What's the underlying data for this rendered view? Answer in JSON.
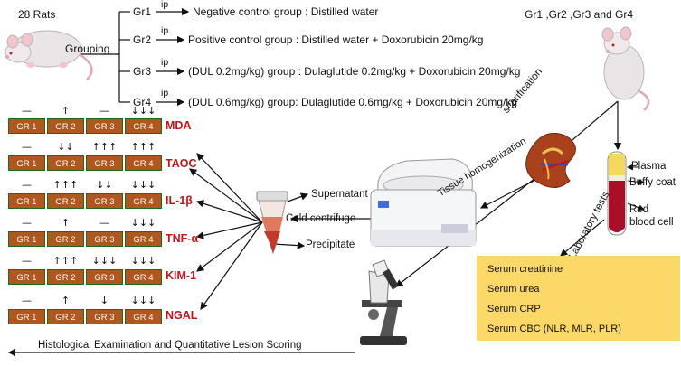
{
  "top": {
    "rats_label": "28 Rats",
    "grouping_label": "Grouping",
    "groups_right_label": "Gr1 ,Gr2 ,Gr3 and Gr4",
    "route": "ip",
    "groups": [
      {
        "id": "Gr1",
        "desc": "Negative control group : Distilled water"
      },
      {
        "id": "Gr2",
        "desc": "Positive control group : Distilled water + Doxorubicin  20mg/kg"
      },
      {
        "id": "Gr3",
        "desc": "(DUL 0.2mg/kg) group : Dulaglutide  0.2mg/kg   + Doxorubicin 20mg/kg"
      },
      {
        "id": "Gr4",
        "desc": "(DUL 0.6mg/kg) group: Dulaglutide  0.6mg/kg   + Doxorubicin 20mg/kg"
      }
    ]
  },
  "markers": [
    {
      "name": "MDA",
      "boxes": [
        "GR 1",
        "GR 2",
        "GR 3",
        "GR 4"
      ],
      "indicators": [
        "—",
        "↑",
        "—",
        "↓↓↓"
      ]
    },
    {
      "name": "TAOC",
      "boxes": [
        "GR 1",
        "GR 2",
        "GR 3",
        "GR 4"
      ],
      "indicators": [
        "—",
        "↓↓",
        "↑↑↑",
        "↑↑↑"
      ]
    },
    {
      "name": "IL-1β",
      "boxes": [
        "GR 1",
        "GR 2",
        "GR 3",
        "GR 4"
      ],
      "indicators": [
        "—",
        "↑↑↑",
        "↓↓",
        "↓↓↓"
      ]
    },
    {
      "name": "TNF-α",
      "boxes": [
        "GR 1",
        "GR 2",
        "GR 3",
        "GR 4"
      ],
      "indicators": [
        "—",
        "↑",
        "—",
        "↓↓↓"
      ]
    },
    {
      "name": "KIM-1",
      "boxes": [
        "GR 1",
        "GR 2",
        "GR 3",
        "GR 4"
      ],
      "indicators": [
        "—",
        "↑↑↑",
        "↓↓↓",
        "↓↓↓"
      ]
    },
    {
      "name": "NGAL",
      "boxes": [
        "GR 1",
        "GR 2",
        "GR 3",
        "GR 4"
      ],
      "indicators": [
        "—",
        "↑",
        "↓",
        "↓↓↓"
      ]
    }
  ],
  "process": {
    "scarification": "scarification",
    "tissue_homogenization": "Tissue homogenization",
    "laboratory_tests": "Laboratory tests",
    "supernatant": "Supernatant",
    "cold_centrifuge": "Cold centrifuge",
    "precipitate": "Precipitate",
    "plasma": "Plasma",
    "buffy_coat": "Buffy coat",
    "red_blood_cell_line1": "Red",
    "red_blood_cell_line2": "blood cell",
    "histology": "Histological Examination and Quantitative Lesion Scoring"
  },
  "lab_tests": [
    "Serum creatinine",
    "Serum urea",
    "Serum CRP",
    "Serum CBC   (NLR, MLR, PLR)"
  ],
  "colors": {
    "box_fill": "#b0561f",
    "box_border": "#1c6b1c",
    "marker_text": "#c0161b",
    "lab_panel": "#fcd869"
  }
}
